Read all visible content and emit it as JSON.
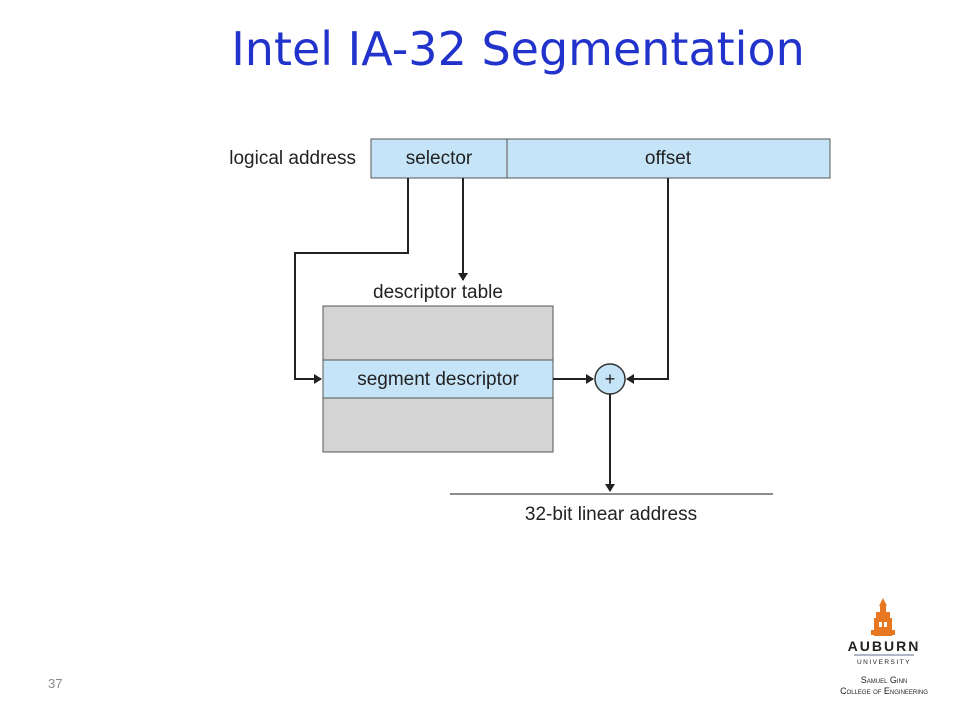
{
  "slide": {
    "title": "Intel IA-32 Segmentation",
    "page_number": "37"
  },
  "diagram": {
    "logical_address_label": "logical address",
    "selector_label": "selector",
    "offset_label": "offset",
    "descriptor_table_label": "descriptor table",
    "segment_descriptor_label": "segment descriptor",
    "adder_symbol": "+",
    "linear_address_label": "32-bit linear address"
  },
  "logo": {
    "name": "AUBURN",
    "sub": "UNIVERSITY",
    "college_line1": "Samuel Ginn",
    "college_line2": "College of Engineering"
  },
  "colors": {
    "title": "#2233cc",
    "field_fill": "#c6e4f8",
    "table_fill": "#d4d4d4",
    "logo_orange": "#e87722",
    "logo_navy": "#2c3e66"
  }
}
